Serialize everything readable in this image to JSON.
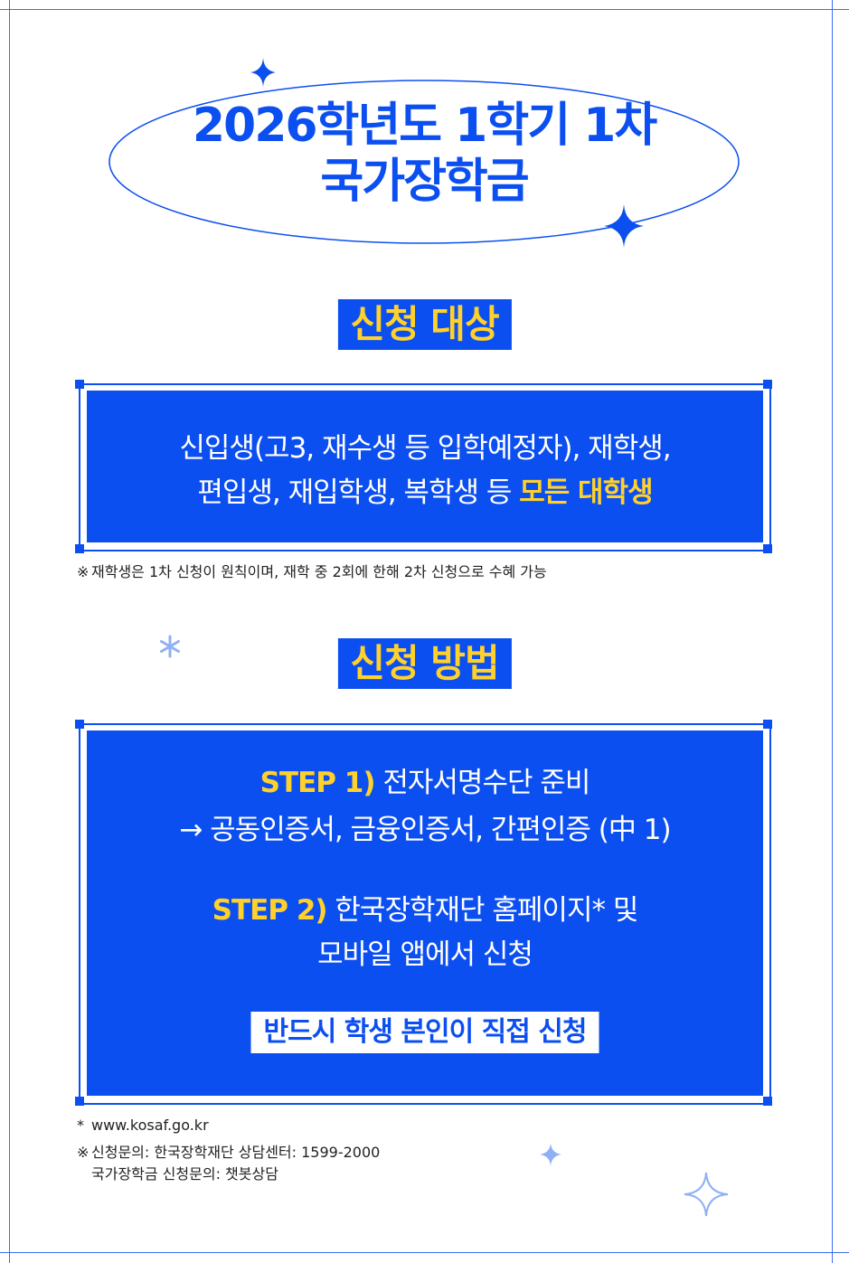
{
  "title": {
    "line1": "2026학년도 1학기 1차",
    "line2": "국가장학금"
  },
  "section_target": {
    "heading": "신청 대상",
    "line1": "신입생(고3, 재수생 등 입학예정자), 재학생,",
    "line2_prefix": "편입생, 재입학생, 복학생 등 ",
    "line2_highlight": "모든 대학생",
    "note_mark": "※",
    "note": "재학생은 1차 신청이 원칙이며, 재학 중 2회에 한해 2차 신청으로 수혜 가능"
  },
  "section_method": {
    "heading": "신청 방법",
    "step1_label": "STEP 1)",
    "step1_text": " 전자서명수단 준비",
    "step1_sub": "→ 공동인증서, 금융인증서, 간편인증 (中 1)",
    "step2_label": "STEP 2)",
    "step2_text": " 한국장학재단 홈페이지* 및",
    "step2_line2": "모바일 앱에서 신청",
    "cta": "반드시 학생 본인이 직접 신청"
  },
  "footer": {
    "url_mark": "*",
    "url": "www.kosaf.go.kr",
    "contact_mark": "※",
    "contact_line1": "신청문의: 한국장학재단 상담센터: 1599-2000",
    "contact_line2": "국가장학금 신청문의: 챗봇상담"
  },
  "colors": {
    "brand_blue": "#0c4ff0",
    "highlight_yellow": "#ffd12a",
    "background": "#ffffff"
  }
}
